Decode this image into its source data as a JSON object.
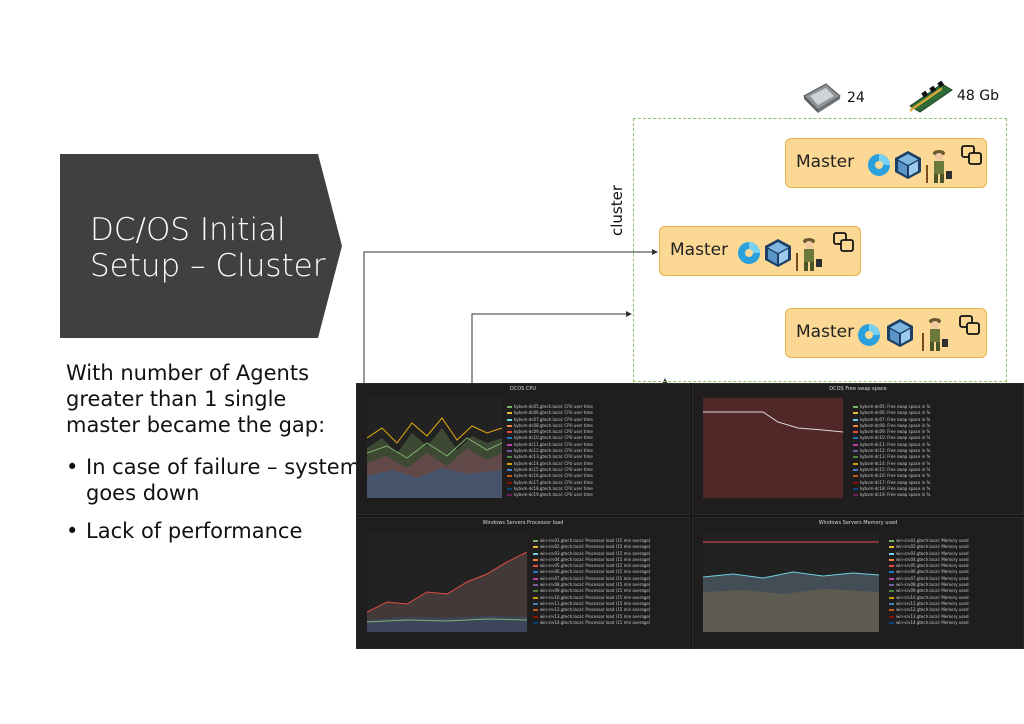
{
  "slide": {
    "title_line1": "DC/OS Initial",
    "title_line2": "Setup – Cluster",
    "intro": "With number of Agents greater than 1 single master became the gap:",
    "bullets": [
      "In case of failure – system goes down",
      "Lack of performance"
    ]
  },
  "cluster": {
    "label": "cluster",
    "cpu_count": "24",
    "memory": "48 Gb",
    "masters": [
      "Master",
      "Master",
      "Master"
    ]
  },
  "dashboard": {
    "panels": [
      {
        "title": "DCOS CPU",
        "legend": [
          "kybvm-dc05.gtech.local: CPU user time",
          "kybvm-dc06.gtech.local: CPU user time",
          "kybvm-dc07.gtech.local: CPU user time",
          "kybvm-dc08.gtech.local: CPU user time",
          "kybvm-dc09.gtech.local: CPU user time",
          "kybvm-dc10.gtech.local: CPU user time",
          "kybvm-dc11.gtech.local: CPU user time",
          "kybvm-dc12.gtech.local: CPU user time",
          "kybvm-dc13.gtech.local: CPU user time",
          "kybvm-dc14.gtech.local: CPU user time",
          "kybvm-dc15.gtech.local: CPU user time",
          "kybvm-dc16.gtech.local: CPU user time",
          "kybvm-dc17.gtech.local: CPU user time",
          "kybvm-dc18.gtech.local: CPU user time",
          "kybvm-dc19.gtech.local: CPU user time"
        ]
      },
      {
        "title": "DCOS Free swap space",
        "legend": [
          "kybvm-dc05: Free swap space in %",
          "kybvm-dc06: Free swap space in %",
          "kybvm-dc07: Free swap space in %",
          "kybvm-dc08: Free swap space in %",
          "kybvm-dc09: Free swap space in %",
          "kybvm-dc10: Free swap space in %",
          "kybvm-dc11: Free swap space in %",
          "kybvm-dc12: Free swap space in %",
          "kybvm-dc13: Free swap space in %",
          "kybvm-dc14: Free swap space in %",
          "kybvm-dc15: Free swap space in %",
          "kybvm-dc16: Free swap space in %",
          "kybvm-dc17: Free swap space in %",
          "kybvm-dc18: Free swap space in %",
          "kybvm-dc19: Free swap space in %"
        ]
      },
      {
        "title": "Windows Servers Processor load",
        "legend": [
          "win-srv01.gtech.local: Processor load (15 min average)",
          "win-srv02.gtech.local: Processor load (15 min average)",
          "win-srv03.gtech.local: Processor load (15 min average)",
          "win-srv04.gtech.local: Processor load (15 min average)",
          "win-srv05.gtech.local: Processor load (15 min average)",
          "win-srv06.gtech.local: Processor load (15 min average)",
          "win-srv07.gtech.local: Processor load (15 min average)",
          "win-srv08.gtech.local: Processor load (15 min average)",
          "win-srv09.gtech.local: Processor load (15 min average)",
          "win-srv10.gtech.local: Processor load (15 min average)",
          "win-srv11.gtech.local: Processor load (15 min average)",
          "win-srv12.gtech.local: Processor load (15 min average)",
          "win-srv13.gtech.local: Processor load (15 min average)",
          "win-srv14.gtech.local: Processor load (15 min average)"
        ]
      },
      {
        "title": "Windows Servers Memory used",
        "legend": [
          "win-srv01.gtech.local: Memory used",
          "win-srv02.gtech.local: Memory used",
          "win-srv03.gtech.local: Memory used",
          "win-srv04.gtech.local: Memory used",
          "win-srv05.gtech.local: Memory used",
          "win-srv06.gtech.local: Memory used",
          "win-srv07.gtech.local: Memory used",
          "win-srv08.gtech.local: Memory used",
          "win-srv09.gtech.local: Memory used",
          "win-srv10.gtech.local: Memory used",
          "win-srv11.gtech.local: Memory used",
          "win-srv12.gtech.local: Memory used",
          "win-srv13.gtech.local: Memory used",
          "win-srv14.gtech.local: Memory used"
        ]
      }
    ]
  },
  "colors": {
    "title_bg": "#404040",
    "master_fill": "#fcd895",
    "cluster_border": "#8fc06a",
    "dashboard_bg": "#161719"
  }
}
